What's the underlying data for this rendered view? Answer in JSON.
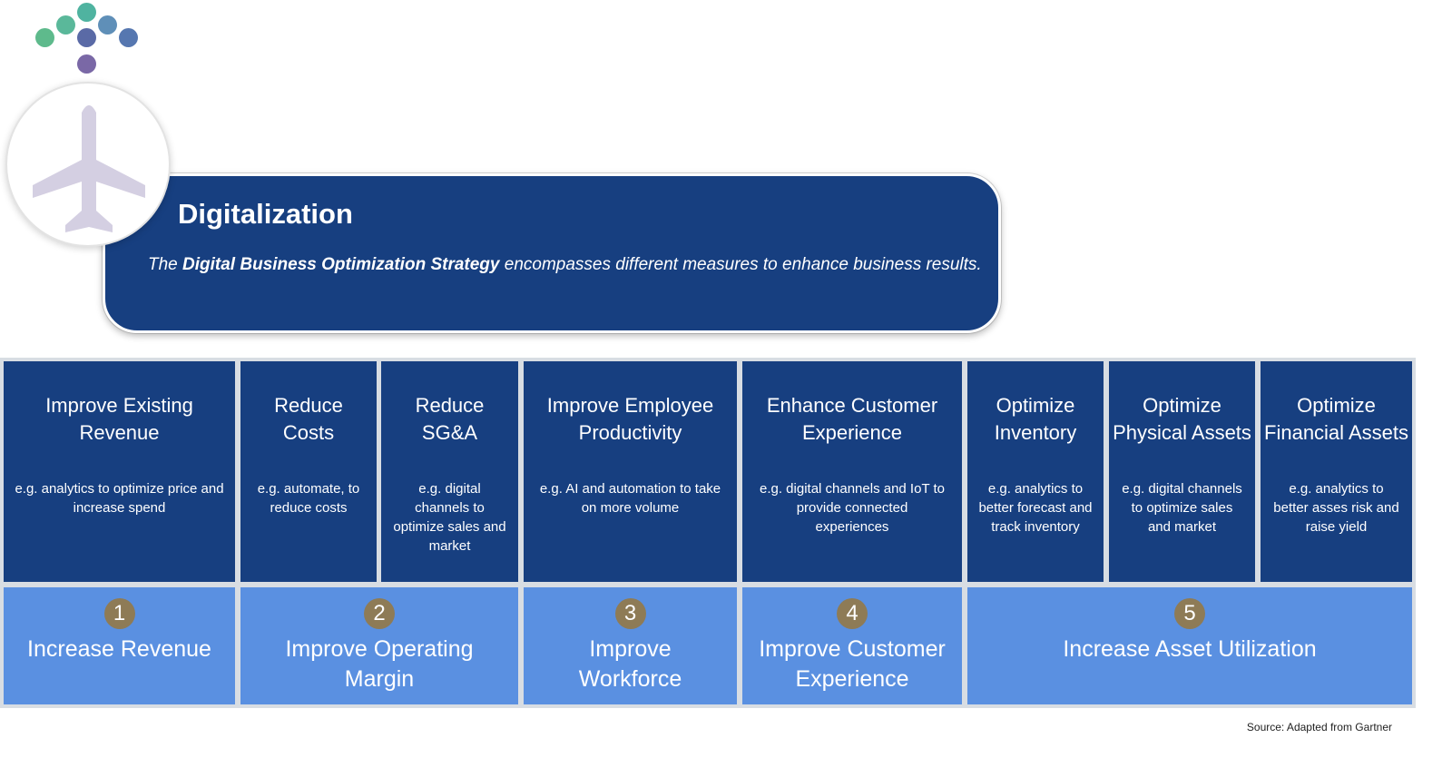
{
  "banner": {
    "title": "Digitalization",
    "subtitle_prefix": "The ",
    "subtitle_bold": "Digital Business Optimization Strategy",
    "subtitle_suffix": " encompasses different measures to enhance business results."
  },
  "measures": [
    {
      "title": "Improve Existing Revenue",
      "desc": "e.g. analytics to optimize price and increase spend"
    },
    {
      "title": "Reduce Costs",
      "desc": "e.g. automate, to reduce costs"
    },
    {
      "title": "Reduce SG&A",
      "desc": "e.g. digital channels to optimize sales and market"
    },
    {
      "title": "Improve Employee Productivity",
      "desc": "e.g. AI and automation to take on more volume"
    },
    {
      "title": "Enhance Customer Experience",
      "desc": "e.g. digital channels and IoT to provide connected experiences"
    },
    {
      "title": "Optimize Inventory",
      "desc": "e.g. analytics to better forecast and track inventory"
    },
    {
      "title": "Optimize Physical Assets",
      "desc": "e.g. digital channels to optimize sales and market"
    },
    {
      "title": "Optimize Financial Assets",
      "desc": "e.g. analytics to better asses risk and raise yield"
    }
  ],
  "goals": [
    {
      "number": "1",
      "label": "Increase Revenue"
    },
    {
      "number": "2",
      "label": "Improve Operating Margin"
    },
    {
      "number": "3",
      "label": "Improve Workforce"
    },
    {
      "number": "4",
      "label": "Improve Customer Experience"
    },
    {
      "number": "5",
      "label": "Increase Asset Utilization"
    }
  ],
  "source": "Source: Adapted from Gartner",
  "colors": {
    "dark_blue": "#173f80",
    "light_blue": "#5a90e1",
    "badge": "#8e7b56",
    "plane": "#d4cfe2"
  },
  "icons": [
    "dot-cluster-logo",
    "airplane-icon"
  ]
}
